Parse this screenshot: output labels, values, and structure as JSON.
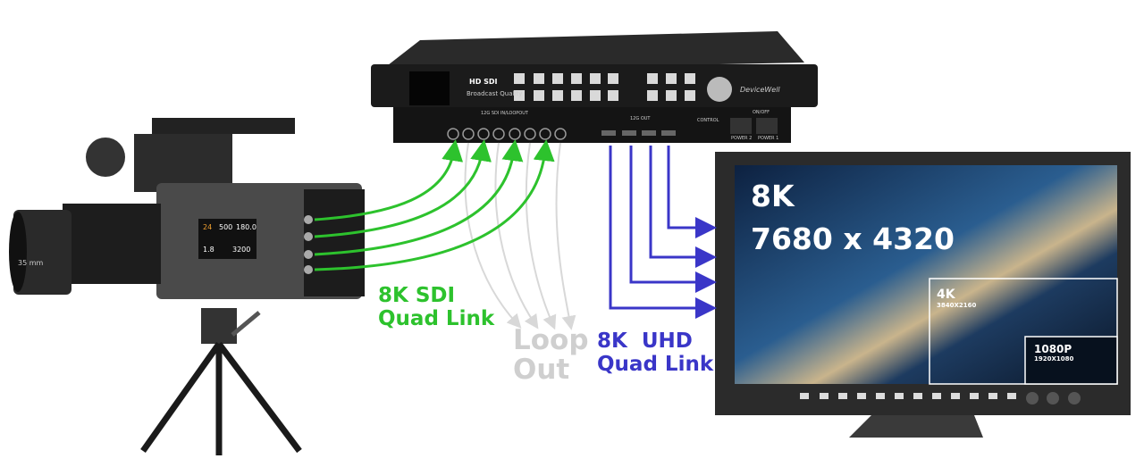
{
  "labels": {
    "sdi_line1": "8K SDI",
    "sdi_line2": "Quad Link",
    "loop_line1": "Loop",
    "loop_line2": "Out",
    "uhd_line1": "8K  UHD",
    "uhd_line2": "Quad Link"
  },
  "monitor": {
    "res_title": "8K",
    "res_value": "7680 x 4320",
    "box_4k_title": "4K",
    "box_4k_value": "3840X2160",
    "box_hd_title": "1080P",
    "box_hd_value": "1920X1080"
  },
  "device": {
    "logo": "HD SDI",
    "tagline": "Broadcast Quality",
    "brand": "DeviceWell",
    "input_label": "12G SDI IN/LOOPOUT",
    "output_label": "12G OUT",
    "control_label": "CONTROL",
    "power1": "POWER 1",
    "power2": "POWER 2",
    "onoff": "ON/OFF"
  },
  "camera": {
    "lens_label": "35 mm",
    "display_values": [
      "24",
      "500",
      "180.0",
      "1.8",
      "3200"
    ]
  },
  "colors": {
    "green": "#2dc22d",
    "gray": "#cfcfcf",
    "blue": "#3a36c8"
  }
}
